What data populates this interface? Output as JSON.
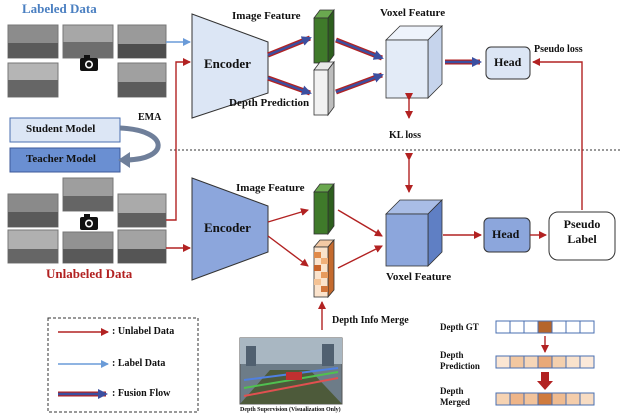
{
  "labels": {
    "labeled_data": "Labeled Data",
    "unlabeled_data": "Unlabeled Data",
    "encoder_top": "Encoder",
    "encoder_bottom": "Encoder",
    "image_feature_top": "Image Feature",
    "image_feature_bottom": "Image Feature",
    "depth_prediction": "Depth Prediction",
    "voxel_feature_top": "Voxel Feature",
    "voxel_feature_bottom": "Voxel Feature",
    "head_top": "Head",
    "head_bottom": "Head",
    "pseudo_loss": "Pseudo loss",
    "kl_loss": "KL loss",
    "pseudo_label": "Pseudo Label",
    "ema": "EMA",
    "student_model": "Student Model",
    "teacher_model": "Teacher Model",
    "depth_info_merge": "Depth Info Merge",
    "depth_supervision": "Depth Supervision (Visualization Only)",
    "depth_gt": "Depth GT",
    "depth_prediction_bar": "Depth Prediction",
    "depth_merged": "Depth Merged"
  },
  "legend": {
    "unlabel_data": ": Unlabel Data",
    "label_data": ": Label Data",
    "fusion_flow": ": Fusion Flow"
  },
  "colors": {
    "label_arrow": "#6a9bd8",
    "unlabel_arrow": "#b22222",
    "encoder_light": "#dce6f5",
    "encoder_dark": "#8ca6dc",
    "feature_green": "#3f7a2a",
    "depth_orange": "#e8a06a"
  }
}
